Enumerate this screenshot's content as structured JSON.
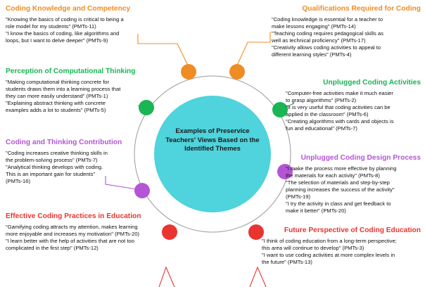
{
  "center": {
    "title": "Examples of Preservice Teachers' Views Based on the Identified Themes",
    "fill": "#4fd3dc"
  },
  "themes": [
    {
      "id": "knowledge",
      "title": "Coding Knowledge and Competency",
      "color": "#f08c24",
      "quotes": [
        "\"Knowing the basics of coding is critical to being a\nrole model for my students\" (PMTs-11)",
        "\"I know the basics of coding, like algorithms and\nloops, but I want to delve deeper\" (PMTs-9)"
      ]
    },
    {
      "id": "qualifications",
      "title": "Qualifications Required for Coding",
      "color": "#f08c24",
      "quotes": [
        "\"Coding knowledge is essential for a teacher to\nmake lessons engaging\" (PMTs-14)",
        "\"Teaching coding requires pedagogical skills as\nwell as technical proficiency\" (PMTs-17)",
        "\"Creativity allows coding activities to appeal to\ndifferent learning styles\" (PMTs-4)"
      ]
    },
    {
      "id": "perception",
      "title": "Perception of Computational Thinking",
      "color": "#1ab554",
      "quotes": [
        "\"Making computational thinking concrete for\nstudents draws them into a learning process that\nthey can more easily understand\" (PMTs-1)",
        "\"Explaining abstract thinking with concrete\nexamples adds a lot to students\" (PMTs-5)"
      ]
    },
    {
      "id": "unplugged",
      "title": "Unplugged Coding Activities",
      "color": "#1ab554",
      "quotes": [
        "\"Computer-free activities make it much easier\nto grasp algorithms\" (PMTs-2)",
        "\"It is very useful that coding activities can be\napplied in the classroom\" (PMTs-6)",
        "\"Creating algorithms with cards and objects is\nfun and educational\" (PMTs-7)"
      ]
    },
    {
      "id": "contribution",
      "title": "Coding and Thinking Contribution",
      "color": "#b455d6",
      "quotes": [
        "\"Coding increases creative thinking skills in\nthe problem-solving process\" (PMTs-7)",
        "\"Analytical thinking develops with coding.\nThis is an important gain for students\"\n(PMTs-16)"
      ]
    },
    {
      "id": "design",
      "title": "Unplugged Coding Design Process",
      "color": "#b455d6",
      "quotes": [
        "\"I make the process more effective by planning\nthe materials for each activity\" (PMTs-8)",
        "\"The selection of materials and step-by-step\nplanning increases the success of the activity\"\n(PMTs-19)",
        "\"I try the activity in class and get feedback to\nmake it better\" (PMTs-20)"
      ]
    },
    {
      "id": "effective",
      "title": "Effective Coding Practices in Education",
      "color": "#e8352f",
      "quotes": [
        "\"Gamifying coding attracts my attention, makes learning\nmore enjoyable and increases my motivation\" (PMTs-20)",
        "\"I learn better with the help of activities that are not too\ncomplicated in the first step\" (PMTs-12)"
      ]
    },
    {
      "id": "future",
      "title": "Future Perspective of Coding Education",
      "color": "#e8352f",
      "quotes": [
        "\"I think of coding education from a long-term perspective;\nthis area will continue to develop\" (PMTs-3)",
        "\"I want to use coding activities at more complex levels in\nthe future\" (PMTs-13)"
      ]
    }
  ]
}
